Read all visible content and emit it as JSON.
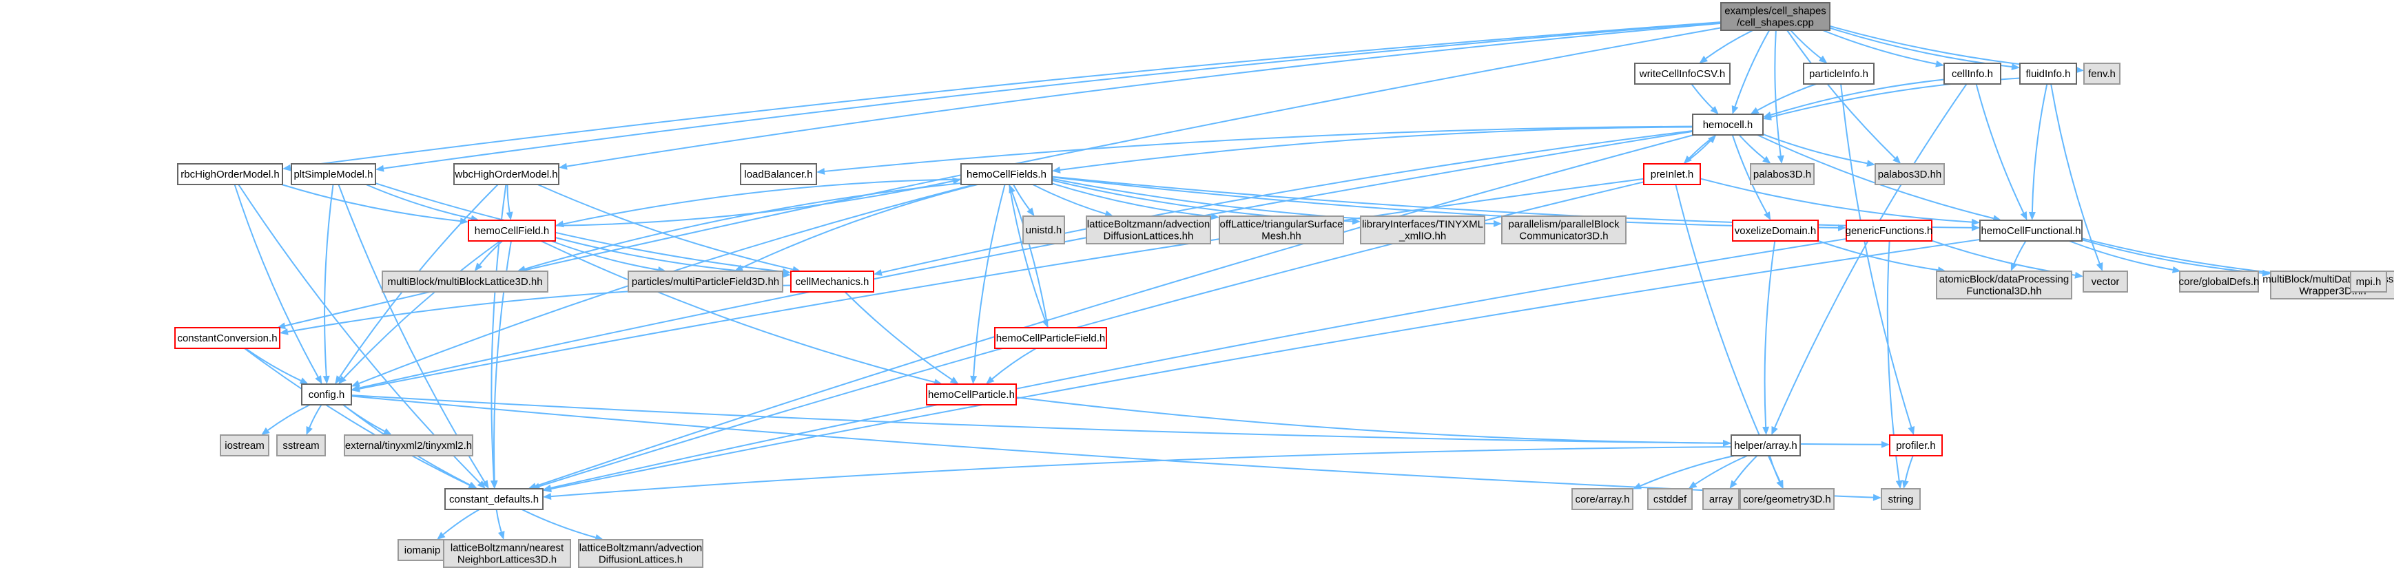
{
  "diagram": {
    "colors": {
      "edge": "#63b8ff",
      "root_fill": "#999999",
      "external_fill": "#e0e0e0",
      "external_stroke": "#999999",
      "plain_stroke": "#666666",
      "red_stroke": "#ff0000"
    },
    "nodes": [
      {
        "id": "root",
        "kind": "root",
        "lines": [
          "examples/cell_shapes",
          "/cell_shapes.cpp"
        ]
      },
      {
        "id": "writeCellInfoCSV",
        "kind": "plain",
        "lines": [
          "writeCellInfoCSV.h"
        ]
      },
      {
        "id": "particleInfo",
        "kind": "plain",
        "lines": [
          "particleInfo.h"
        ]
      },
      {
        "id": "cellInfo",
        "kind": "plain",
        "lines": [
          "cellInfo.h"
        ]
      },
      {
        "id": "fluidInfo",
        "kind": "plain",
        "lines": [
          "fluidInfo.h"
        ]
      },
      {
        "id": "fenv",
        "kind": "external",
        "lines": [
          "fenv.h"
        ]
      },
      {
        "id": "hemocell",
        "kind": "plain",
        "lines": [
          "hemocell.h"
        ]
      },
      {
        "id": "rbcHighOrderModel",
        "kind": "plain",
        "lines": [
          "rbcHighOrderModel.h"
        ]
      },
      {
        "id": "pltSimpleModel",
        "kind": "plain",
        "lines": [
          "pltSimpleModel.h"
        ]
      },
      {
        "id": "wbcHighOrderModel",
        "kind": "plain",
        "lines": [
          "wbcHighOrderModel.h"
        ]
      },
      {
        "id": "loadBalancer",
        "kind": "plain",
        "lines": [
          "loadBalancer.h"
        ]
      },
      {
        "id": "hemoCellFields",
        "kind": "plain",
        "lines": [
          "hemoCellFields.h"
        ]
      },
      {
        "id": "preInlet",
        "kind": "red",
        "lines": [
          "preInlet.h"
        ]
      },
      {
        "id": "palabos3D_h",
        "kind": "external",
        "lines": [
          "palabos3D.h"
        ]
      },
      {
        "id": "palabos3D_hh",
        "kind": "external",
        "lines": [
          "palabos3D.hh"
        ]
      },
      {
        "id": "hemoCellField",
        "kind": "red",
        "lines": [
          "hemoCellField.h"
        ]
      },
      {
        "id": "unistd",
        "kind": "external",
        "lines": [
          "unistd.h"
        ]
      },
      {
        "id": "lbAdvection_hh",
        "kind": "external",
        "lines": [
          "latticeBoltzmann/advection",
          "DiffusionLattices.hh"
        ]
      },
      {
        "id": "offLattice",
        "kind": "external",
        "lines": [
          "offLattice/triangularSurface",
          "Mesh.hh"
        ]
      },
      {
        "id": "tinyxml_io",
        "kind": "external",
        "lines": [
          "libraryInterfaces/TINYXML",
          "_xmlIO.hh"
        ]
      },
      {
        "id": "parallelBlock",
        "kind": "external",
        "lines": [
          "parallelism/parallelBlock",
          "Communicator3D.h"
        ]
      },
      {
        "id": "voxelizeDomain",
        "kind": "red",
        "lines": [
          "voxelizeDomain.h"
        ]
      },
      {
        "id": "genericFunctions",
        "kind": "red",
        "lines": [
          "genericFunctions.h"
        ]
      },
      {
        "id": "hemoCellFunctional",
        "kind": "plain",
        "lines": [
          "hemoCellFunctional.h"
        ]
      },
      {
        "id": "multiBlockLattice",
        "kind": "external",
        "lines": [
          "multiBlock/multiBlockLattice3D.hh"
        ]
      },
      {
        "id": "multiParticleField",
        "kind": "external",
        "lines": [
          "particles/multiParticleField3D.hh"
        ]
      },
      {
        "id": "cellMechanics",
        "kind": "red",
        "lines": [
          "cellMechanics.h"
        ]
      },
      {
        "id": "atomicBlock",
        "kind": "external",
        "lines": [
          "atomicBlock/dataProcessing",
          "Functional3D.hh"
        ]
      },
      {
        "id": "vector",
        "kind": "external",
        "lines": [
          "vector"
        ]
      },
      {
        "id": "globalDefs",
        "kind": "external",
        "lines": [
          "core/globalDefs.h"
        ]
      },
      {
        "id": "multiDataProcessor",
        "kind": "external",
        "lines": [
          "multiBlock/multiDataProcessor",
          "Wrapper3D.hh"
        ]
      },
      {
        "id": "mpi",
        "kind": "external",
        "lines": [
          "mpi.h"
        ]
      },
      {
        "id": "constantConversion",
        "kind": "red",
        "lines": [
          "constantConversion.h"
        ]
      },
      {
        "id": "hemoCellParticleField",
        "kind": "red",
        "lines": [
          "hemoCellParticleField.h"
        ]
      },
      {
        "id": "config",
        "kind": "plain",
        "lines": [
          "config.h"
        ]
      },
      {
        "id": "hemoCellParticle",
        "kind": "red",
        "lines": [
          "hemoCellParticle.h"
        ]
      },
      {
        "id": "iostream",
        "kind": "external",
        "lines": [
          "iostream"
        ]
      },
      {
        "id": "sstream",
        "kind": "external",
        "lines": [
          "sstream"
        ]
      },
      {
        "id": "tinyxml2",
        "kind": "external",
        "lines": [
          "external/tinyxml2/tinyxml2.h"
        ]
      },
      {
        "id": "helperArray",
        "kind": "plain",
        "lines": [
          "helper/array.h"
        ]
      },
      {
        "id": "profiler",
        "kind": "red",
        "lines": [
          "profiler.h"
        ]
      },
      {
        "id": "constantDefaults",
        "kind": "plain",
        "lines": [
          "constant_defaults.h"
        ]
      },
      {
        "id": "coreArray",
        "kind": "external",
        "lines": [
          "core/array.h"
        ]
      },
      {
        "id": "cstddef",
        "kind": "external",
        "lines": [
          "cstddef"
        ]
      },
      {
        "id": "array",
        "kind": "external",
        "lines": [
          "array"
        ]
      },
      {
        "id": "geometry3D",
        "kind": "external",
        "lines": [
          "core/geometry3D.h"
        ]
      },
      {
        "id": "string",
        "kind": "external",
        "lines": [
          "string"
        ]
      },
      {
        "id": "iomanip",
        "kind": "external",
        "lines": [
          "iomanip"
        ]
      },
      {
        "id": "nearestNeighbor",
        "kind": "external",
        "lines": [
          "latticeBoltzmann/nearest",
          "NeighborLattices3D.h"
        ]
      },
      {
        "id": "lbAdvection_h",
        "kind": "external",
        "lines": [
          "latticeBoltzmann/advection",
          "DiffusionLattices.h"
        ]
      }
    ],
    "edges": [
      [
        "root",
        "writeCellInfoCSV"
      ],
      [
        "root",
        "particleInfo"
      ],
      [
        "root",
        "cellInfo"
      ],
      [
        "root",
        "fluidInfo"
      ],
      [
        "root",
        "fenv"
      ],
      [
        "root",
        "hemocell"
      ],
      [
        "root",
        "palabos3D_h"
      ],
      [
        "root",
        "palabos3D_hh"
      ],
      [
        "root",
        "rbcHighOrderModel"
      ],
      [
        "root",
        "pltSimpleModel"
      ],
      [
        "root",
        "wbcHighOrderModel"
      ],
      [
        "root",
        "constantConversion"
      ],
      [
        "writeCellInfoCSV",
        "hemocell"
      ],
      [
        "particleInfo",
        "hemocell"
      ],
      [
        "particleInfo",
        "profiler"
      ],
      [
        "cellInfo",
        "hemocell"
      ],
      [
        "cellInfo",
        "hemoCellFunctional"
      ],
      [
        "cellInfo",
        "helperArray"
      ],
      [
        "fluidInfo",
        "hemocell"
      ],
      [
        "fluidInfo",
        "hemoCellFunctional"
      ],
      [
        "fluidInfo",
        "vector"
      ],
      [
        "hemocell",
        "loadBalancer"
      ],
      [
        "hemocell",
        "hemoCellFields"
      ],
      [
        "hemocell",
        "preInlet"
      ],
      [
        "hemocell",
        "palabos3D_h"
      ],
      [
        "hemocell",
        "palabos3D_hh"
      ],
      [
        "hemocell",
        "voxelizeDomain"
      ],
      [
        "hemocell",
        "hemoCellFunctional"
      ],
      [
        "hemocell",
        "cellMechanics"
      ],
      [
        "hemocell",
        "config"
      ],
      [
        "hemocell",
        "constantDefaults"
      ],
      [
        "preInlet",
        "hemocell"
      ],
      [
        "preInlet",
        "hemoCellFunctional"
      ],
      [
        "preInlet",
        "config"
      ],
      [
        "preInlet",
        "constantDefaults"
      ],
      [
        "preInlet",
        "geometry3D"
      ],
      [
        "rbcHighOrderModel",
        "hemoCellField"
      ],
      [
        "rbcHighOrderModel",
        "config"
      ],
      [
        "rbcHighOrderModel",
        "constantDefaults"
      ],
      [
        "pltSimpleModel",
        "hemoCellField"
      ],
      [
        "pltSimpleModel",
        "cellMechanics"
      ],
      [
        "pltSimpleModel",
        "config"
      ],
      [
        "pltSimpleModel",
        "constantDefaults"
      ],
      [
        "wbcHighOrderModel",
        "hemoCellField"
      ],
      [
        "wbcHighOrderModel",
        "cellMechanics"
      ],
      [
        "wbcHighOrderModel",
        "config"
      ],
      [
        "wbcHighOrderModel",
        "constantDefaults"
      ],
      [
        "hemoCellFields",
        "hemoCellField"
      ],
      [
        "hemoCellFields",
        "unistd"
      ],
      [
        "hemoCellFields",
        "lbAdvection_hh"
      ],
      [
        "hemoCellFields",
        "offLattice"
      ],
      [
        "hemoCellFields",
        "tinyxml_io"
      ],
      [
        "hemoCellFields",
        "parallelBlock"
      ],
      [
        "hemoCellFields",
        "genericFunctions"
      ],
      [
        "hemoCellFields",
        "hemoCellFunctional"
      ],
      [
        "hemoCellFields",
        "multiBlockLattice"
      ],
      [
        "hemoCellFields",
        "multiParticleField"
      ],
      [
        "hemoCellFields",
        "hemoCellParticleField"
      ],
      [
        "hemoCellFields",
        "hemoCellParticle"
      ],
      [
        "hemoCellFields",
        "config"
      ],
      [
        "hemoCellField",
        "hemoCellFields"
      ],
      [
        "hemoCellField",
        "multiBlockLattice"
      ],
      [
        "hemoCellField",
        "multiParticleField"
      ],
      [
        "hemoCellField",
        "cellMechanics"
      ],
      [
        "hemoCellField",
        "config"
      ],
      [
        "hemoCellField",
        "hemoCellParticle"
      ],
      [
        "hemoCellField",
        "constantDefaults"
      ],
      [
        "cellMechanics",
        "constantConversion"
      ],
      [
        "cellMechanics",
        "hemoCellParticle"
      ],
      [
        "hemoCellParticleField",
        "hemoCellFields"
      ],
      [
        "hemoCellParticleField",
        "hemoCellParticle"
      ],
      [
        "voxelizeDomain",
        "atomicBlock"
      ],
      [
        "voxelizeDomain",
        "helperArray"
      ],
      [
        "genericFunctions",
        "vector"
      ],
      [
        "genericFunctions",
        "string"
      ],
      [
        "genericFunctions",
        "constantDefaults"
      ],
      [
        "hemoCellFunctional",
        "atomicBlock"
      ],
      [
        "hemoCellFunctional",
        "globalDefs"
      ],
      [
        "hemoCellFunctional",
        "multiDataProcessor"
      ],
      [
        "hemoCellFunctional",
        "mpi"
      ],
      [
        "hemoCellFunctional",
        "constantDefaults"
      ],
      [
        "constantConversion",
        "config"
      ],
      [
        "constantConversion",
        "constantDefaults"
      ],
      [
        "config",
        "iostream"
      ],
      [
        "config",
        "sstream"
      ],
      [
        "config",
        "tinyxml2"
      ],
      [
        "config",
        "profiler"
      ],
      [
        "config",
        "string"
      ],
      [
        "config",
        "constantDefaults"
      ],
      [
        "hemoCellParticle",
        "helperArray"
      ],
      [
        "helperArray",
        "coreArray"
      ],
      [
        "helperArray",
        "cstddef"
      ],
      [
        "helperArray",
        "array"
      ],
      [
        "helperArray",
        "geometry3D"
      ],
      [
        "helperArray",
        "constantDefaults"
      ],
      [
        "profiler",
        "string"
      ],
      [
        "constantDefaults",
        "iomanip"
      ],
      [
        "constantDefaults",
        "nearestNeighbor"
      ],
      [
        "constantDefaults",
        "lbAdvection_h"
      ]
    ]
  }
}
